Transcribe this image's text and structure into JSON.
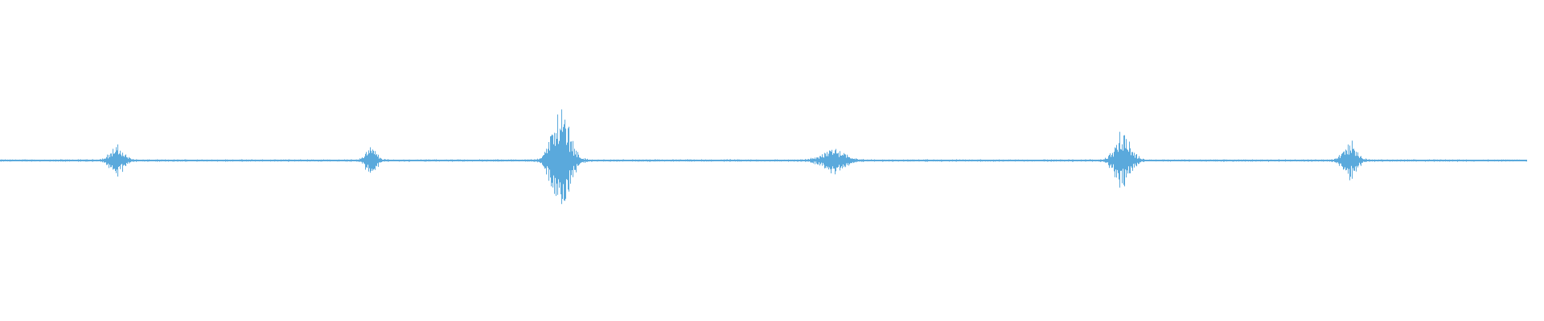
{
  "waveform": {
    "color": "#5aa9dc",
    "duration_fraction": 0.989,
    "bursts": [
      {
        "center": 0.0755,
        "peak": 0.05,
        "spread": 0.006
      },
      {
        "center": 0.24,
        "peak": 0.045,
        "spread": 0.005
      },
      {
        "center": 0.363,
        "peak": 0.185,
        "spread": 0.008
      },
      {
        "center": 0.54,
        "peak": 0.045,
        "spread": 0.01
      },
      {
        "center": 0.727,
        "peak": 0.095,
        "spread": 0.007
      },
      {
        "center": 0.874,
        "peak": 0.065,
        "spread": 0.006
      }
    ]
  }
}
